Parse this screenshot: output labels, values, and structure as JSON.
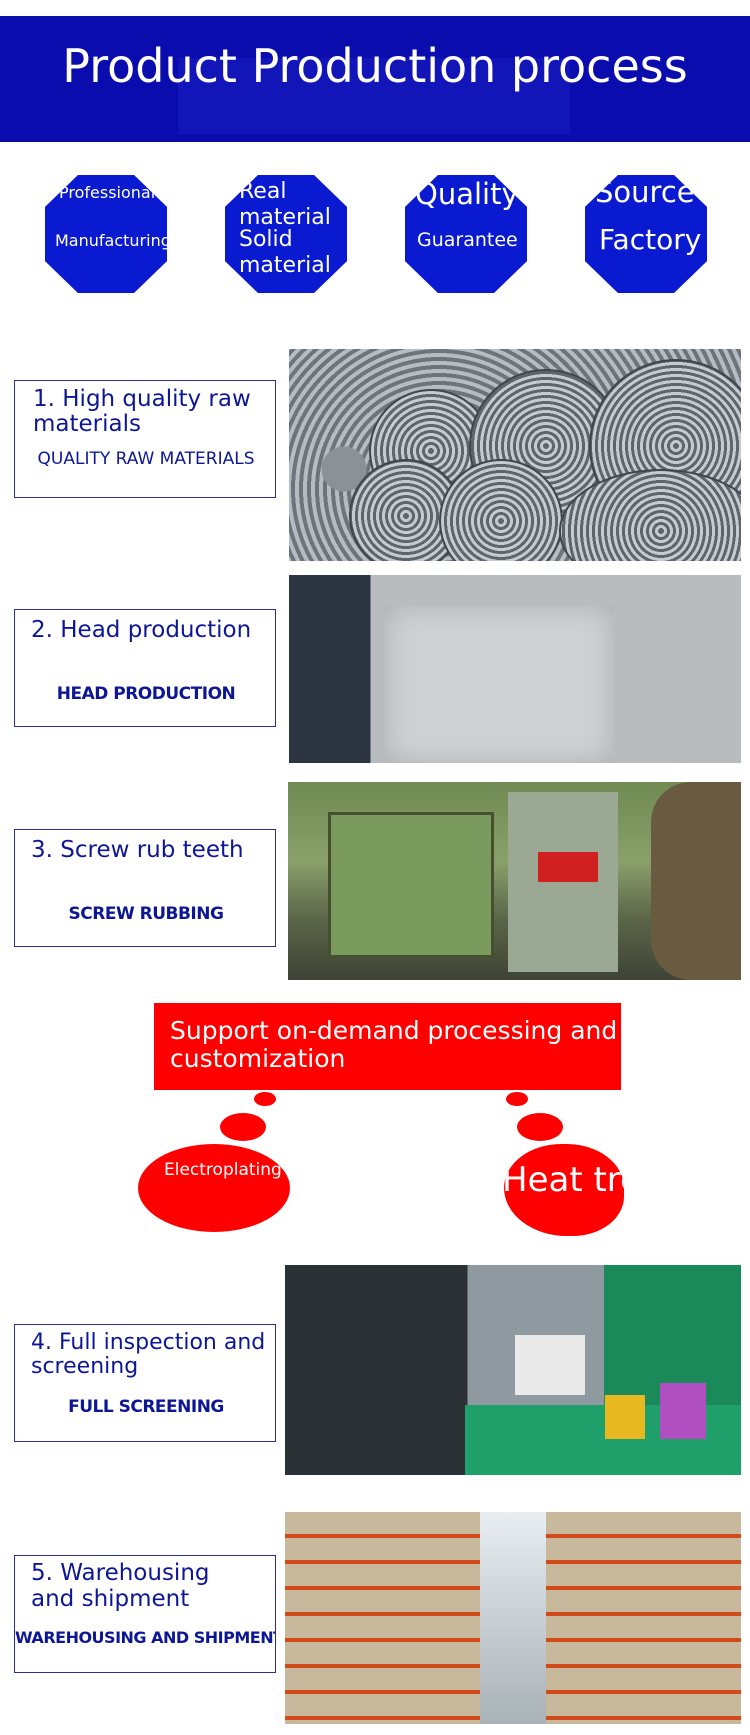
{
  "header": {
    "title": "Product Production process"
  },
  "badges": [
    {
      "line1": "Professional",
      "line2": "Manufacturing"
    },
    {
      "line1": "Real material",
      "line2": "Solid material"
    },
    {
      "line1": "Quality",
      "line2": "Guarantee"
    },
    {
      "line1": "Source",
      "line2": "Factory"
    }
  ],
  "steps": [
    {
      "title": "1. High quality raw materials",
      "subtitle": "QUALITY RAW MATERIALS"
    },
    {
      "title": "2. Head production",
      "subtitle": "HEAD PRODUCTION"
    },
    {
      "title": "3. Screw rub teeth",
      "subtitle": "SCREW RUBBING"
    },
    {
      "title": "4. Full inspection and screening",
      "subtitle": "FULL SCREENING"
    },
    {
      "title": "5. Warehousing and shipment",
      "subtitle": "WAREHOUSING AND SHIPMENT"
    }
  ],
  "customization": {
    "text": "Support on-demand processing and customization",
    "left_bubble": "Electroplating",
    "right_bubble": "Heat treatment"
  },
  "colors": {
    "brand_blue": "#0a0cad",
    "badge_blue": "#0a1ad0",
    "accent_red": "#ff0000",
    "text_blue": "#0d1796"
  }
}
